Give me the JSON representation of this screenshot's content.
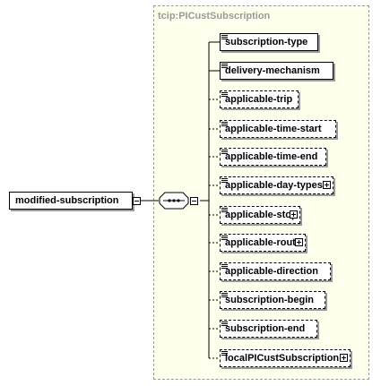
{
  "root_element": "modified-subscription",
  "type_name": "tcip:PICustSubscription",
  "compositor": "sequence",
  "children": [
    {
      "label": "subscription-type",
      "optional": false,
      "expandable": false
    },
    {
      "label": "delivery-mechanism",
      "optional": false,
      "expandable": false
    },
    {
      "label": "applicable-trip",
      "optional": true,
      "expandable": false
    },
    {
      "label": "applicable-time-start",
      "optional": true,
      "expandable": false
    },
    {
      "label": "applicable-time-end",
      "optional": true,
      "expandable": false
    },
    {
      "label": "applicable-day-types",
      "optional": true,
      "expandable": true
    },
    {
      "label": "applicable-stop",
      "optional": true,
      "expandable": true
    },
    {
      "label": "applicable-route",
      "optional": true,
      "expandable": true
    },
    {
      "label": "applicable-direction",
      "optional": true,
      "expandable": false
    },
    {
      "label": "subscription-begin",
      "optional": true,
      "expandable": false
    },
    {
      "label": "subscription-end",
      "optional": true,
      "expandable": false
    },
    {
      "label": "localPICustSubscription",
      "optional": true,
      "expandable": true
    }
  ]
}
